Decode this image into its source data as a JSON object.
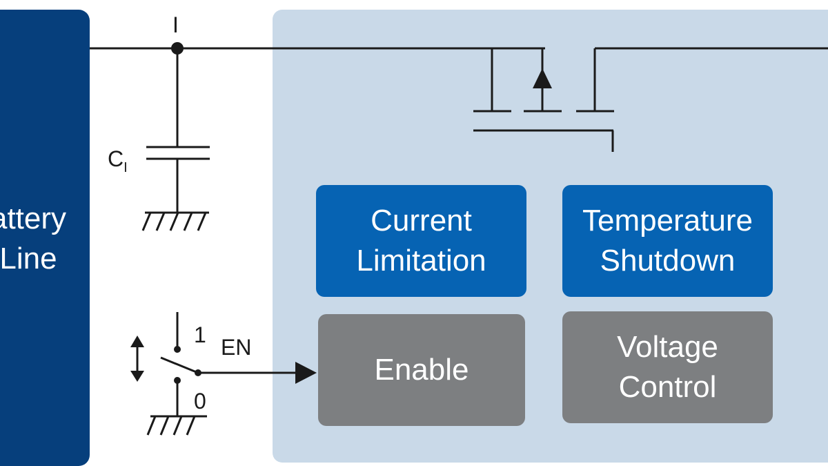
{
  "battery": {
    "label_line1": "attery",
    "label_line2": "Line"
  },
  "node_label": "I",
  "capacitor": {
    "label": "C",
    "subscript": "I"
  },
  "switch": {
    "pos1": "1",
    "pos0": "0",
    "signal": "EN"
  },
  "blocks": {
    "current_limitation": [
      "Current",
      "Limitation"
    ],
    "temperature_shutdown": [
      "Temperature",
      "Shutdown"
    ],
    "enable": [
      "Enable"
    ],
    "voltage_control": [
      "Voltage",
      "Control"
    ]
  },
  "colors": {
    "battery": "#063f7c",
    "ic_background": "#c9d9e8",
    "blue_block": "#0663b3",
    "grey_block": "#7d7f81",
    "wire": "#1a1a1a"
  }
}
